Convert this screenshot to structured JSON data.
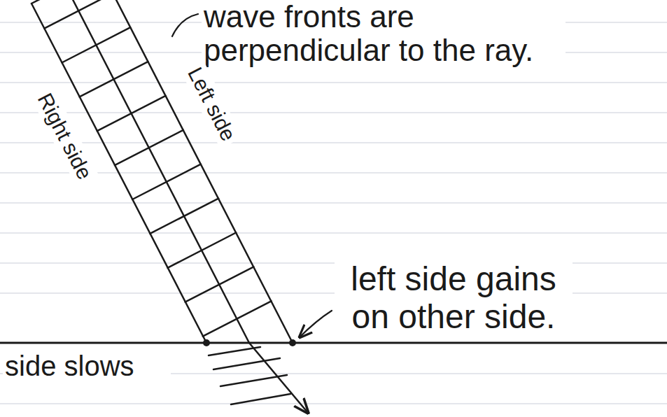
{
  "diagram": {
    "labels": [
      "wave fronts are perpendicular to the ray.",
      "Left side",
      "Right side",
      "left side gains on other side.",
      "side slows"
    ]
  }
}
